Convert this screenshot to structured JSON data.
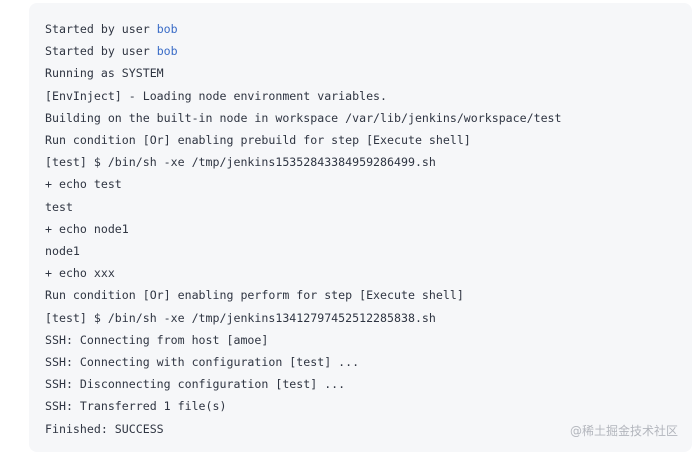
{
  "console": {
    "lines": [
      {
        "prefix": "Started by user ",
        "user": "bob"
      },
      {
        "prefix": "Started by user ",
        "user": "bob"
      },
      {
        "text": "Running as SYSTEM"
      },
      {
        "text": "[EnvInject] - Loading node environment variables."
      },
      {
        "text": "Building on the built-in node in workspace /var/lib/jenkins/workspace/test"
      },
      {
        "text": "Run condition [Or] enabling prebuild for step [Execute shell]"
      },
      {
        "text": "[test] $ /bin/sh -xe /tmp/jenkins15352843384959286499.sh"
      },
      {
        "text": "+ echo test"
      },
      {
        "text": "test"
      },
      {
        "text": "+ echo node1"
      },
      {
        "text": "node1"
      },
      {
        "text": "+ echo xxx"
      },
      {
        "text": "Run condition [Or] enabling perform for step [Execute shell]"
      },
      {
        "text": "[test] $ /bin/sh -xe /tmp/jenkins13412797452512285838.sh"
      },
      {
        "text": "SSH: Connecting from host [amoe]"
      },
      {
        "text": "SSH: Connecting with configuration [test] ..."
      },
      {
        "text": "SSH: Disconnecting configuration [test] ..."
      },
      {
        "text": "SSH: Transferred 1 file(s)"
      },
      {
        "text": "Finished: SUCCESS"
      }
    ]
  },
  "watermark": "@稀土掘金技术社区",
  "colors": {
    "background": "#f6f7f9",
    "text": "#2f3542",
    "link": "#3a6cc7"
  }
}
